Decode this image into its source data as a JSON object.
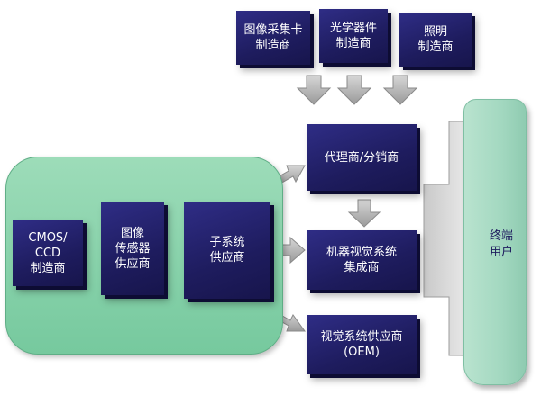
{
  "diagram": {
    "suppliers": [
      {
        "id": "frame-grabber",
        "label": "图像采集卡\n制造商"
      },
      {
        "id": "optics",
        "label": "光学器件\n制造商"
      },
      {
        "id": "lighting",
        "label": "照明\n制造商"
      }
    ],
    "chain": [
      {
        "id": "cmos-ccd",
        "label": "CMOS/\nCCD\n制造商"
      },
      {
        "id": "image-sensor",
        "label": "图像\n传感器\n供应商"
      },
      {
        "id": "subsystem",
        "label": "子系统\n供应商"
      }
    ],
    "channels": [
      {
        "id": "agent",
        "label": "代理商/分销商"
      },
      {
        "id": "integrator",
        "label": "机器视觉系统\n集成商"
      },
      {
        "id": "oem",
        "label": "视觉系统供应商\n(OEM)"
      }
    ],
    "terminal": {
      "label": "终端\n用户"
    },
    "colors": {
      "box": "#23216b",
      "region": "#86d2aa",
      "terminal": "#a9dcc4",
      "arrow": "#b8b8b8"
    }
  }
}
